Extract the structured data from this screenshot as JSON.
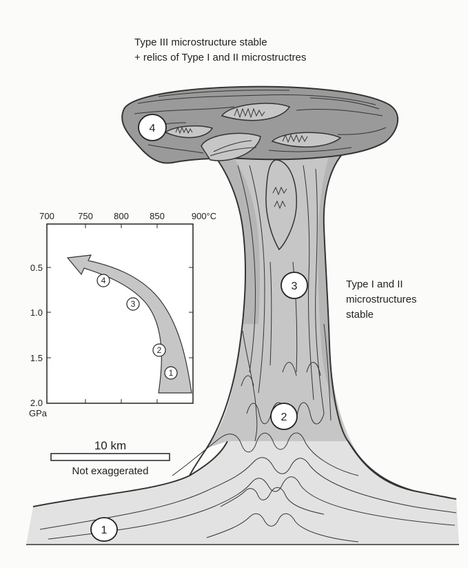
{
  "labels": {
    "top_line1": "Type III microstructure stable",
    "top_line2": "+ relics of Type I and II microstructres",
    "right_line1": "Type I and II",
    "right_line2": "microstructures",
    "right_line3": "stable",
    "scale_value": "10 km",
    "scale_note": "Not exaggerated"
  },
  "stage_markers": [
    "1",
    "2",
    "3",
    "4"
  ],
  "inset": {
    "x_ticks": [
      "700",
      "750",
      "800",
      "850",
      "900°C"
    ],
    "y_ticks": [
      "0.5",
      "1.0",
      "1.5",
      "2.0"
    ],
    "y_unit": "GPa",
    "path_markers": [
      "4",
      "3",
      "2",
      "1"
    ]
  },
  "colors": {
    "light_gray": "#e2e2e2",
    "mid_gray": "#c6c6c6",
    "dark_gray": "#9a9a9a",
    "outline": "#333333"
  }
}
